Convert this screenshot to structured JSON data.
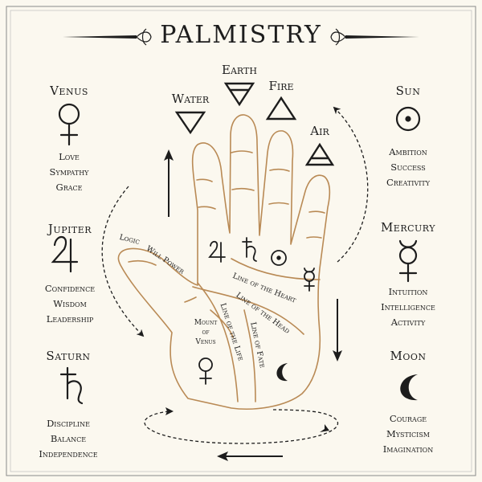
{
  "title": "PALMISTRY",
  "colors": {
    "ink": "#1d1d1d",
    "hand": "#b98a55",
    "background": "#fbf8ef",
    "frame": "#8a8a8a"
  },
  "elements": [
    {
      "name": "Earth",
      "icon": "earth-triangle-icon"
    },
    {
      "name": "Water",
      "icon": "water-triangle-icon"
    },
    {
      "name": "Fire",
      "icon": "fire-triangle-icon"
    },
    {
      "name": "Air",
      "icon": "air-triangle-icon"
    }
  ],
  "planets": [
    {
      "name": "Venus",
      "symbol": "♀",
      "icon": "venus-symbol-icon",
      "keywords": [
        "Love",
        "Sympathy",
        "Grace"
      ]
    },
    {
      "name": "Jupiter",
      "symbol": "♃",
      "icon": "jupiter-symbol-icon",
      "keywords": [
        "Confidence",
        "Wisdom",
        "Leadership"
      ]
    },
    {
      "name": "Saturn",
      "symbol": "♄",
      "icon": "saturn-symbol-icon",
      "keywords": [
        "Discipline",
        "Balance",
        "Independence"
      ]
    },
    {
      "name": "Sun",
      "symbol": "☉",
      "icon": "sun-symbol-icon",
      "keywords": [
        "Ambition",
        "Success",
        "Creativity"
      ]
    },
    {
      "name": "Mercury",
      "symbol": "☿",
      "icon": "mercury-symbol-icon",
      "keywords": [
        "Intuition",
        "Intelligence",
        "Activity"
      ]
    },
    {
      "name": "Moon",
      "symbol": "☽",
      "icon": "moon-symbol-icon",
      "keywords": [
        "Courage",
        "Mysticism",
        "Imagination"
      ]
    }
  ],
  "lines": {
    "logic": "Logic",
    "will_power": "Will Power",
    "heart": "Line of the Heart",
    "head": "Line of the Head",
    "life": "Line of the Life",
    "fate": "Line of Fate"
  },
  "mount": [
    "Mount",
    "of",
    "Venus"
  ]
}
